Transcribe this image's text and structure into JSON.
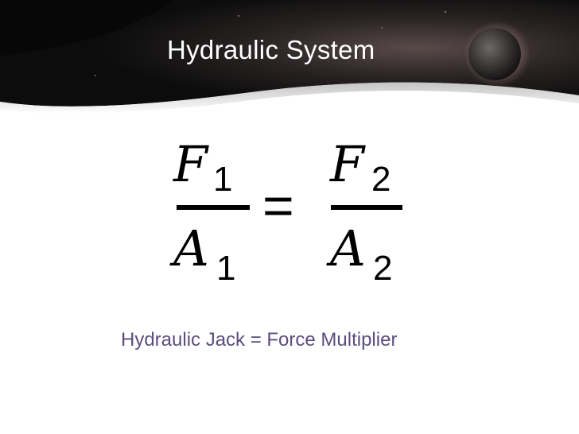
{
  "slide": {
    "title": "Hydraulic System",
    "equation": {
      "lhs": {
        "numerator": "F",
        "numerator_sub": "1",
        "denominator": "A",
        "denominator_sub": "1"
      },
      "operator": "=",
      "rhs": {
        "numerator": "F",
        "numerator_sub": "2",
        "denominator": "A",
        "denominator_sub": "2"
      }
    },
    "caption": "Hydraulic Jack = Force Multiplier"
  },
  "colors": {
    "title_text": "#ffffff",
    "caption_text": "#5b4e7e",
    "equation_text": "#000000",
    "banner_dark": "#0d0d0d",
    "background": "#ffffff"
  },
  "icons": [
    "planet-graphic",
    "space-banner"
  ]
}
